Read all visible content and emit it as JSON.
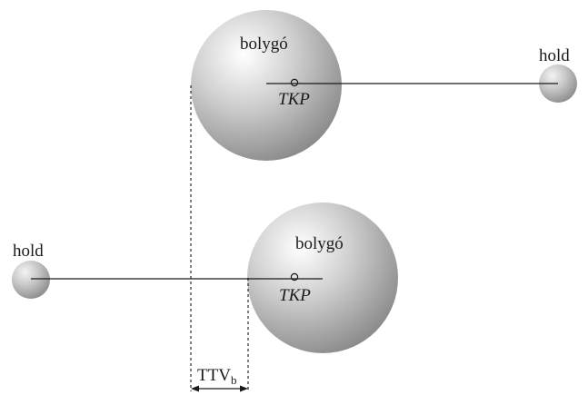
{
  "labels": {
    "planet": "bolygó",
    "moon": "hold",
    "barycenter": "TKP",
    "offset_main": "TTV",
    "offset_sub": "b"
  },
  "colors": {
    "sphere_highlight": "#ffffff",
    "sphere_mid": "#c9c9c9",
    "sphere_shadow": "#8c8c8c",
    "line": "#1a1a1a"
  }
}
